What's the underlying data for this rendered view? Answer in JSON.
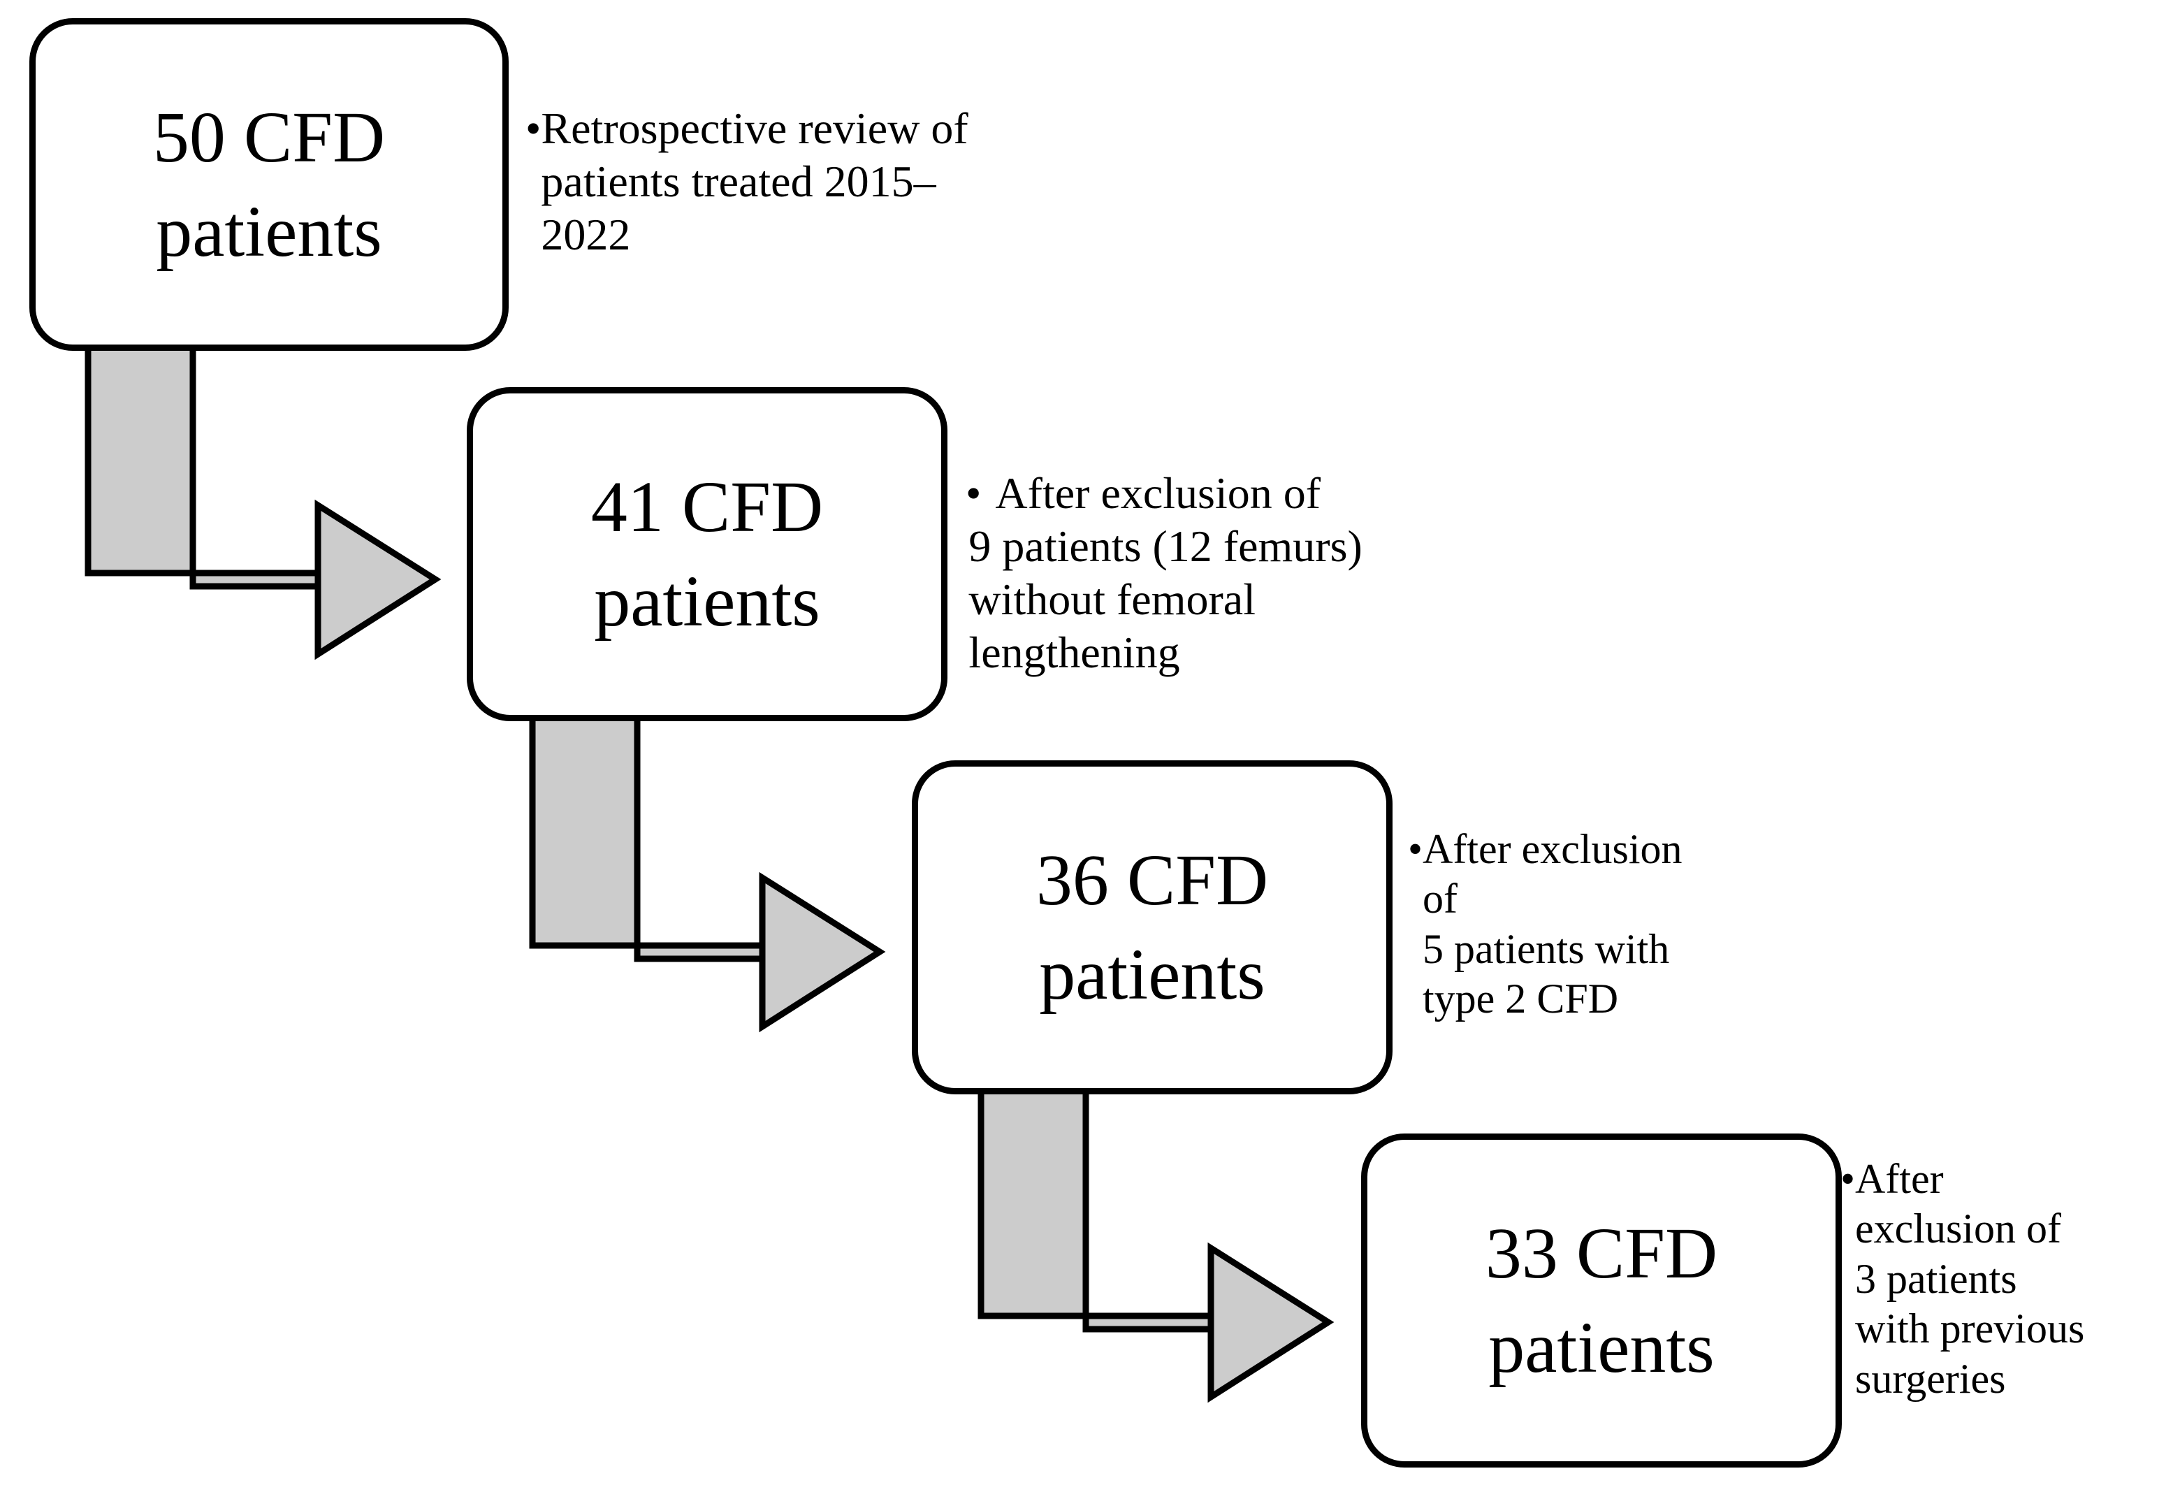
{
  "figure": {
    "type": "patient-selection-flowchart",
    "background_color": "#ffffff",
    "box_fill_color": "#ffffff",
    "box_border_color": "#000000",
    "arrow_fill_color": "#cccccc",
    "arrow_border_color": "#000000",
    "bullet_glyph": "•"
  },
  "steps": [
    {
      "id": "step-1",
      "box": {
        "line1": "50 CFD",
        "line2": "patients"
      },
      "note_lines": [
        "Retrospective review of",
        "patients treated 2015–",
        "2022"
      ]
    },
    {
      "id": "step-2",
      "box": {
        "line1": "41 CFD",
        "line2": "patients"
      },
      "note_lines": [
        "After exclusion of",
        "9 patients (12 femurs)",
        "without femoral",
        "lengthening"
      ]
    },
    {
      "id": "step-3",
      "box": {
        "line1": "36 CFD",
        "line2": "patients"
      },
      "note_lines": [
        "After exclusion",
        "of",
        "5 patients with",
        "type 2 CFD"
      ]
    },
    {
      "id": "step-4",
      "box": {
        "line1": "33 CFD",
        "line2": "patients"
      },
      "note_lines": [
        "After",
        "exclusion of",
        "3 patients",
        "with previous",
        "surgeries"
      ]
    }
  ],
  "connectors": [
    {
      "id": "arrow-1",
      "from": "step-1",
      "to": "step-2",
      "shape": "bent-down-right-arrow"
    },
    {
      "id": "arrow-2",
      "from": "step-2",
      "to": "step-3",
      "shape": "bent-down-right-arrow"
    },
    {
      "id": "arrow-3",
      "from": "step-3",
      "to": "step-4",
      "shape": "bent-down-right-arrow"
    }
  ]
}
